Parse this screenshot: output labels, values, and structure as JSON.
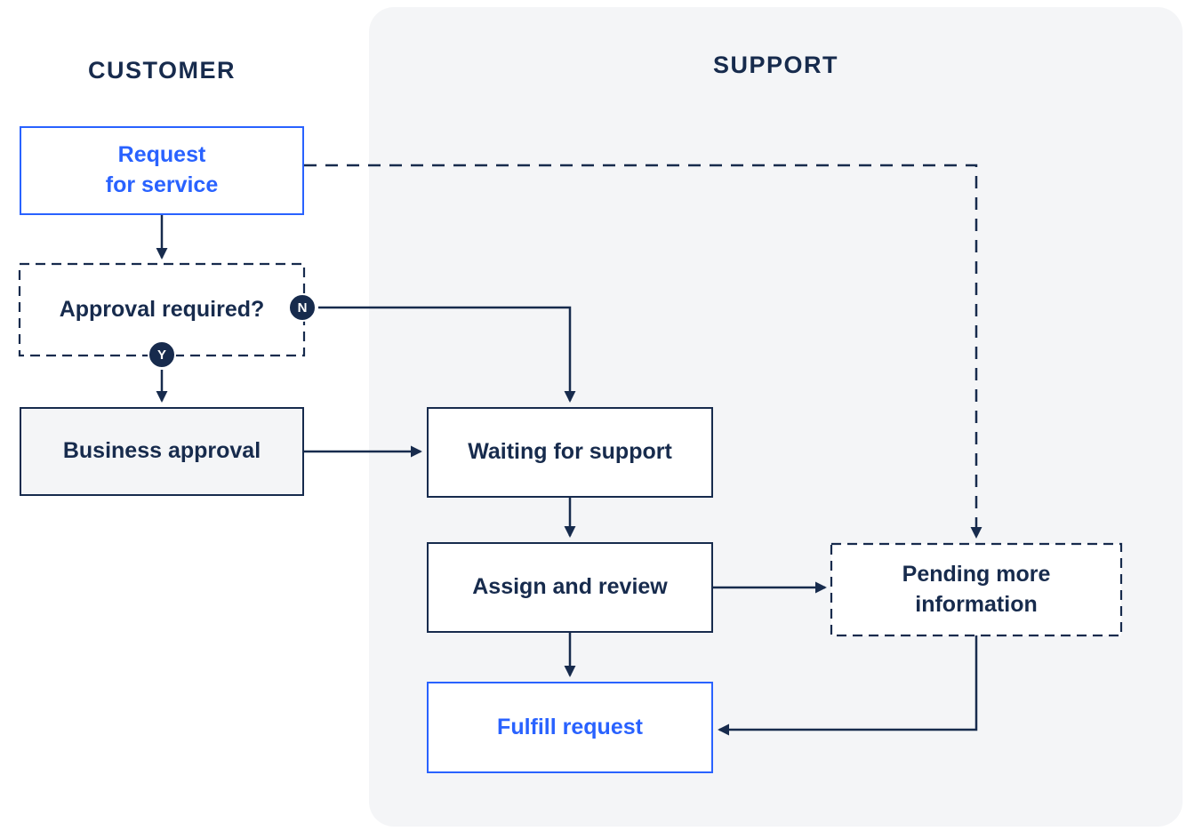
{
  "diagram": {
    "lanes": {
      "customer": {
        "label": "CUSTOMER"
      },
      "support": {
        "label": "SUPPORT"
      }
    },
    "nodes": {
      "request_for_service": {
        "label": "Request\nfor service"
      },
      "approval_required": {
        "label": "Approval required?"
      },
      "business_approval": {
        "label": "Business approval"
      },
      "waiting_for_support": {
        "label": "Waiting for support"
      },
      "assign_and_review": {
        "label": "Assign and review"
      },
      "pending_more_information": {
        "label": "Pending more\ninformation"
      },
      "fulfill_request": {
        "label": "Fulfill request"
      }
    },
    "decision_badges": {
      "yes": "Y",
      "no": "N"
    },
    "colors": {
      "navy": "#172B4D",
      "blue": "#2962FF",
      "lane_bg": "#F4F5F7"
    }
  }
}
